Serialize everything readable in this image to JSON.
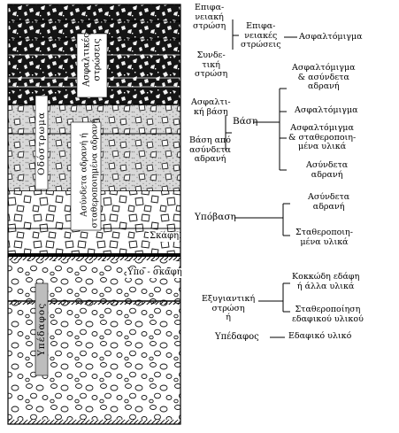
{
  "column": {
    "pavement_label": "Οδόστρωμα",
    "subgrade_label": "Υπέδαφος",
    "asphalt_layers_label": [
      "Ασφαλτικές",
      "στρώσεις"
    ],
    "unbound_label": "Ασύνδετα αδρανή ή",
    "stabilized_label": "σταθεροποιημένα αδρανή",
    "excavation_label": "Σκάφη",
    "subexcavation_label": "Υπο - σκάφη"
  },
  "layers": {
    "surface_course": [
      "Επιφα-",
      "νειακή",
      "στρώση"
    ],
    "binder_course": [
      "Συνδε-",
      "τική",
      "στρώση"
    ],
    "surface_layers": [
      "Επιφα-",
      "νειακές",
      "στρώσεις"
    ],
    "asphalt_1": "Ασφαλτόμιγμα",
    "asphalt_base": [
      "Ασφαλτι-",
      "κή βάση"
    ],
    "unbound_base": [
      "Βάση από",
      "ασύνδετα",
      "αδρανή"
    ],
    "base": "Βάση",
    "base_items": [
      [
        "Ασφαλτόμιγμα",
        "& ασύνδετα",
        "αδρανή"
      ],
      [
        "Ασφαλτόμιγμα"
      ],
      [
        "Ασφαλτόμιγμα",
        "& σταθεροποιη-",
        "μένα υλικά"
      ],
      [
        "Ασύνδετα",
        "αδρανή"
      ]
    ],
    "subbase": "Υπόβαση",
    "subbase_items": [
      [
        "Ασύνδετα",
        "αδρανή"
      ],
      [
        "Σταθεροποιη-",
        "μένα υλικά"
      ]
    ],
    "improvement_layer": [
      "Εξυγιαντική",
      "στρώση",
      "ή"
    ],
    "subgrade": "Υπέδαφος",
    "improvement_items": [
      [
        "Κοκκώδη εδάφη",
        "ή άλλα υλικά"
      ],
      [
        "Σταθεροποίηση",
        "εδαφικού υλικού"
      ]
    ],
    "subgrade_item": "Εδαφικό υλικό"
  }
}
